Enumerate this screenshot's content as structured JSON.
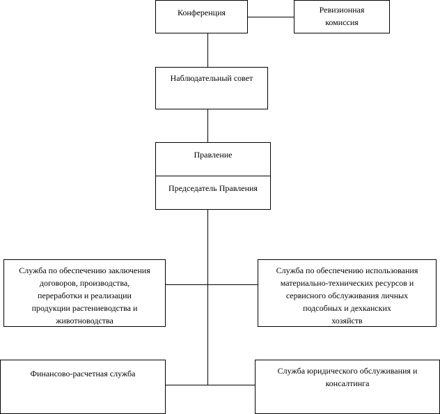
{
  "diagram": {
    "conference": "Конференция",
    "audit_commission": [
      "Ревизионная",
      "комиссия"
    ],
    "supervisory_board": "Наблюдательный совет",
    "board": "Правление",
    "board_chairman": "Председатель Правления",
    "service_contracts": [
      "Служба по обеспечению заключения",
      "договоров, производства,",
      "переработки и реализации",
      "продукции растениеводства и",
      "животноводства"
    ],
    "service_resources": [
      "Служба по обеспечению использования",
      "материально-технических ресурсов и",
      "сервисного обслуживания личных",
      "подсобных и дехканских",
      "хозяйств"
    ],
    "finance_service": "Финансово-расчетная служба",
    "legal_service": [
      "Служба юридического обслуживания и",
      "консалтинга"
    ]
  }
}
